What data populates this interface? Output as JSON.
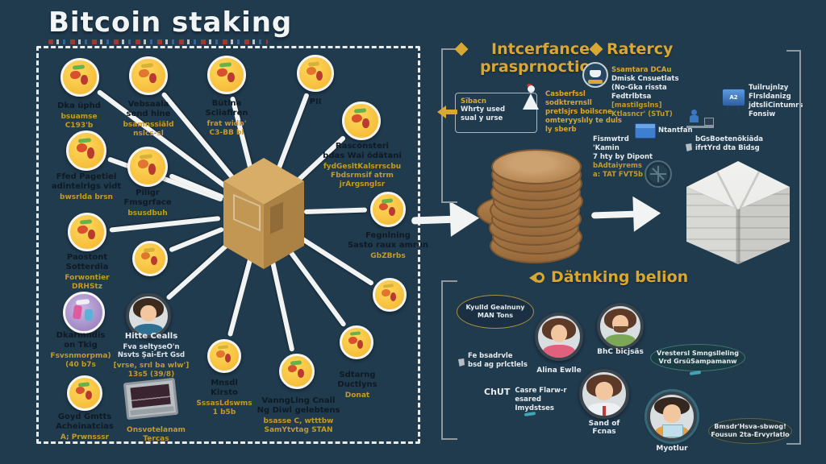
{
  "title": "Bitcoin staking",
  "accent_colors": {
    "background": "#203a4e",
    "gold_accent": "#d9a832",
    "node_yellow": "#f5c33b",
    "sub_text_yellow": "#c49b28",
    "box_tan": "#c79c5e",
    "coin_bronze": "#b3834e",
    "cube_white": "#ececea"
  },
  "left_panel": {
    "nodes": [
      {
        "label": "Dka üphd",
        "sub": "bsuamse\nC193'b"
      },
      {
        "label": "Vebsaala\nsend hine",
        "sub": "bsamnssiäld\nnslcs-sl"
      },
      {
        "label": "Bütlna\nScliafiren",
        "sub": "frat widb'\nC3-BB bl"
      },
      {
        "label": "PII",
        "sub": ""
      },
      {
        "label": "Rasconsteri\nbdas Wai ödätani",
        "sub": "fydGesltKalsrrscbu\nFbdsrmsif atrm\njrArgsnglsr"
      },
      {
        "label": "Ffed Pagetiel\nadintelrlgs vidt",
        "sub": "bwsrlda brsn"
      },
      {
        "label": "Piligr\nFmsgrface",
        "sub": "bsusdbuh"
      },
      {
        "label": "Paostont\nSotterdia",
        "sub": "Forwontier\nDRHStz"
      },
      {
        "label": "",
        "sub": ""
      },
      {
        "label": "Fegnlning\nSasto raux amrun",
        "sub": "GbZBrbs"
      },
      {
        "label": "",
        "sub": ""
      },
      {
        "label": "Sdtarng\nDuctlyns",
        "sub": "Donat"
      },
      {
        "label": "Dkarmndis\non Tkig",
        "sub": "Fsvsnmorpma)\n(40 b7s"
      },
      {
        "label": "Hitte Cealls",
        "mid": "Fva seltyseO'n\nNsvts Şai-Ert Gsd",
        "sub": "[vrse, srıl ba wlw']\n13s5 (39/8)"
      },
      {
        "label": "Goyd Gmtts\nAcheinatcias",
        "sub": "A; Prwnsssr"
      },
      {
        "label": "Mnsdl\nKirsto",
        "sub": "SssasLdswms\n1 b5b"
      },
      {
        "label": "VanngLing Cnail\nNg Diwl gelebtens",
        "sub": "bsasse C, wtttbw\nSamYtvtag STAN"
      }
    ],
    "laptop_caption": "Onsvotelanam\nTercas"
  },
  "interface_section": {
    "header": "Intcerfance\nprasprnoction",
    "callout": {
      "tag": "Sïbacn",
      "body": "Whrty used\nsual y urse"
    },
    "person_note": "Casberfssl\nsodktrernsll\npretlsjrs boilscne\nomteryyslıly te duls\nly sberb"
  },
  "ratercy_section": {
    "header": "Ratercy",
    "badge_note_top": "Ssamtara DCAu",
    "badge_note_mid": "Dmisk Cnsuetlats\n(No-Gka rissta Fedtrlbtsa",
    "badge_note_bottom": "[mastilgslns]\nKtlasncr' (STuT)",
    "tv_note": "Tuilrujnlzy\nFlrsldanizg\njdtsliCintumrs\nFonsiw",
    "box_label": "Ntantfan",
    "coins_note": "Fismwtrd\n'Kamin\n7 hty by Dipont",
    "coins_note_sub": "bAdtaiyrems\na: TAT FVT5b",
    "cube_caption": "bGsBoetenökiäda\nifrtYrd dta Bidsg"
  },
  "staking_section": {
    "header": "Dätnking belion",
    "oval_note": "Kyulld Gealnuny\nMAN Tons",
    "note_practices": "Fe bsadrvle\nbsd ag prlctlels",
    "chut_label": "ChUT",
    "chut_note": "Casre Flarw-r\nesared Imydstses",
    "avatars": [
      {
        "name": "Alina Ewlle"
      },
      {
        "name": "BhC bicjsäs"
      },
      {
        "name": "Sand of Fcnas"
      },
      {
        "name": "Myotlur"
      }
    ],
    "oval_note2": "Vrestersl Smngslleling\nVrd GrsüSampamanw",
    "oval_note3": "Bmsdr'Hsva-sbwog!\nFousun 2ta-Ervyrlatlo"
  }
}
